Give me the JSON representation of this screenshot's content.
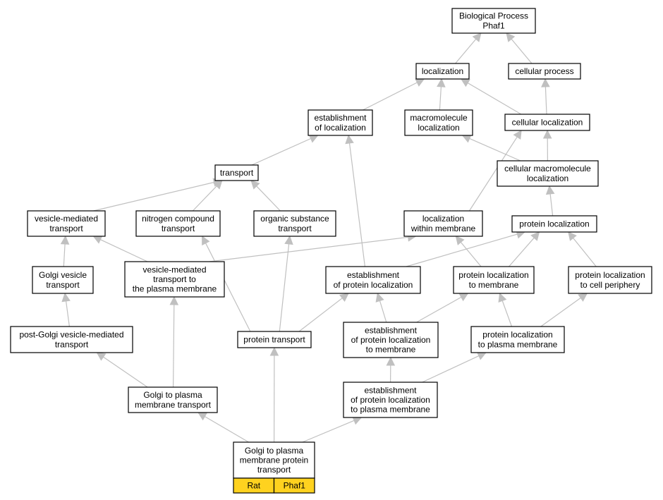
{
  "diagram": {
    "nodes": [
      {
        "id": "bp",
        "label": [
          "Biological Process",
          "Phaf1"
        ]
      },
      {
        "id": "loc",
        "label": [
          "localization"
        ]
      },
      {
        "id": "cp",
        "label": [
          "cellular process"
        ]
      },
      {
        "id": "estloc",
        "label": [
          "establishment",
          "of localization"
        ]
      },
      {
        "id": "mmloc",
        "label": [
          "macromolecule",
          "localization"
        ]
      },
      {
        "id": "cellloc",
        "label": [
          "cellular localization"
        ]
      },
      {
        "id": "transport",
        "label": [
          "transport"
        ]
      },
      {
        "id": "cmmloc",
        "label": [
          "cellular macromolecule",
          "localization"
        ]
      },
      {
        "id": "vmt",
        "label": [
          "vesicle-mediated",
          "transport"
        ]
      },
      {
        "id": "nct",
        "label": [
          "nitrogen compound",
          "transport"
        ]
      },
      {
        "id": "ost",
        "label": [
          "organic substance",
          "transport"
        ]
      },
      {
        "id": "locmem",
        "label": [
          "localization",
          "within membrane"
        ]
      },
      {
        "id": "protloc",
        "label": [
          "protein localization"
        ]
      },
      {
        "id": "gvt",
        "label": [
          "Golgi vesicle",
          "transport"
        ]
      },
      {
        "id": "vmtpm",
        "label": [
          "vesicle-mediated",
          "transport to",
          "the plasma membrane"
        ]
      },
      {
        "id": "estprot",
        "label": [
          "establishment",
          "of protein localization"
        ]
      },
      {
        "id": "plmem",
        "label": [
          "protein localization",
          "to membrane"
        ]
      },
      {
        "id": "plcp",
        "label": [
          "protein localization",
          "to cell periphery"
        ]
      },
      {
        "id": "pgvmt",
        "label": [
          "post-Golgi vesicle-mediated",
          "transport"
        ]
      },
      {
        "id": "pt",
        "label": [
          "protein transport"
        ]
      },
      {
        "id": "estprotmem",
        "label": [
          "establishment",
          "of protein localization",
          "to membrane"
        ]
      },
      {
        "id": "plpm",
        "label": [
          "protein localization",
          "to plasma membrane"
        ]
      },
      {
        "id": "gpmt",
        "label": [
          "Golgi to plasma",
          "membrane transport"
        ]
      },
      {
        "id": "estprotpm",
        "label": [
          "establishment",
          "of protein localization",
          "to plasma membrane"
        ]
      },
      {
        "id": "gpmpt",
        "label": [
          "Golgi to plasma",
          "membrane protein",
          "transport"
        ],
        "tags": [
          "Rat",
          "Phaf1"
        ]
      }
    ],
    "edges": [
      [
        "loc",
        "bp"
      ],
      [
        "cp",
        "bp"
      ],
      [
        "estloc",
        "loc"
      ],
      [
        "mmloc",
        "loc"
      ],
      [
        "cellloc",
        "loc"
      ],
      [
        "cellloc",
        "cp"
      ],
      [
        "transport",
        "estloc"
      ],
      [
        "cmmloc",
        "mmloc"
      ],
      [
        "cmmloc",
        "cellloc"
      ],
      [
        "vmt",
        "transport"
      ],
      [
        "nct",
        "transport"
      ],
      [
        "ost",
        "transport"
      ],
      [
        "locmem",
        "cellloc"
      ],
      [
        "protloc",
        "cmmloc"
      ],
      [
        "gvt",
        "vmt"
      ],
      [
        "vmtpm",
        "vmt"
      ],
      [
        "vmtpm",
        "locmem"
      ],
      [
        "estprot",
        "estloc"
      ],
      [
        "estprot",
        "protloc"
      ],
      [
        "plmem",
        "locmem"
      ],
      [
        "plmem",
        "protloc"
      ],
      [
        "plcp",
        "protloc"
      ],
      [
        "pgvmt",
        "gvt"
      ],
      [
        "pt",
        "nct"
      ],
      [
        "pt",
        "ost"
      ],
      [
        "pt",
        "estprot"
      ],
      [
        "estprotmem",
        "estprot"
      ],
      [
        "estprotmem",
        "plmem"
      ],
      [
        "plpm",
        "plmem"
      ],
      [
        "plpm",
        "plcp"
      ],
      [
        "gpmt",
        "pgvmt"
      ],
      [
        "gpmt",
        "vmtpm"
      ],
      [
        "estprotpm",
        "estprotmem"
      ],
      [
        "estprotpm",
        "plpm"
      ],
      [
        "gpmpt",
        "gpmt"
      ],
      [
        "gpmpt",
        "pt"
      ],
      [
        "gpmpt",
        "estprotpm"
      ]
    ]
  }
}
